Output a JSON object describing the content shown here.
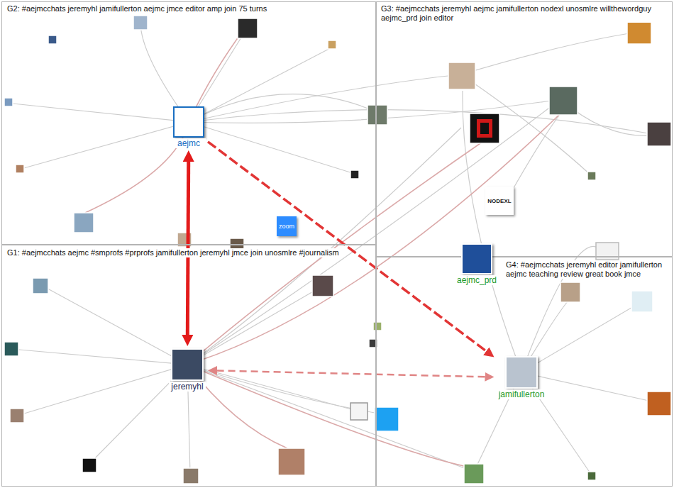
{
  "diagram": {
    "nodes": [
      {
        "text": [
          "G2: #aejmcchats jeremyhl jamifullerton aejmc jmce editor amp join 75 turns"
        ]
      },
      {
        "text": [
          "aejmc"
        ],
        "in": 0
      },
      {
        "text": [
          "G3: #aejmcchats jeremyhl aejmc jamifullerton nodexl unosmlre willthewordguy aejmc_prd join editor"
        ]
      },
      {
        "text": [
          "aejmc_prd"
        ],
        "in": 2
      },
      {
        "text": [
          "G1: #aejmcchats aejmc #smprofs #prprofs jamifullerton jeremyhl jmce join unosmlre #journalism"
        ]
      },
      {
        "text": [
          "jeremyhl"
        ],
        "in": 4
      },
      {
        "text": [
          "G4: #aejmcchats jeremyhl editor jamifullerton aejmc teaching review great book jmce"
        ]
      },
      {
        "text": [
          "jamifullerton"
        ],
        "in": 6
      }
    ],
    "edges": [
      {
        "from": 1,
        "to": 5,
        "arrow": "both"
      },
      {
        "from": 1,
        "to": 7,
        "arrow": "to"
      },
      {
        "from": 7,
        "to": 5,
        "arrow": "both"
      }
    ],
    "labels": [
      "zoom",
      "NODEXL"
    ]
  }
}
